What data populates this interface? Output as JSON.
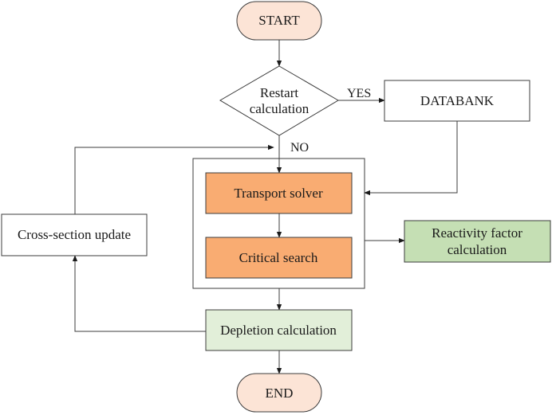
{
  "colors": {
    "terminal_fill": "#fce4d6",
    "orange_fill": "#f9ac72",
    "green_fill": "#c5dfb4",
    "light_green_fill": "#e2efd9",
    "white_fill": "#ffffff",
    "stroke": "#3c3c3c"
  },
  "nodes": {
    "start": "START",
    "restart_line1": "Restart",
    "restart_line2": "calculation",
    "databank": "DATABANK",
    "transport_solver": "Transport solver",
    "critical_search": "Critical search",
    "reactivity_line1": "Reactivity factor",
    "reactivity_line2": "calculation",
    "cross_section_update": "Cross-section update",
    "depletion": "Depletion calculation",
    "end": "END"
  },
  "edge_labels": {
    "yes": "YES",
    "no": "NO"
  }
}
